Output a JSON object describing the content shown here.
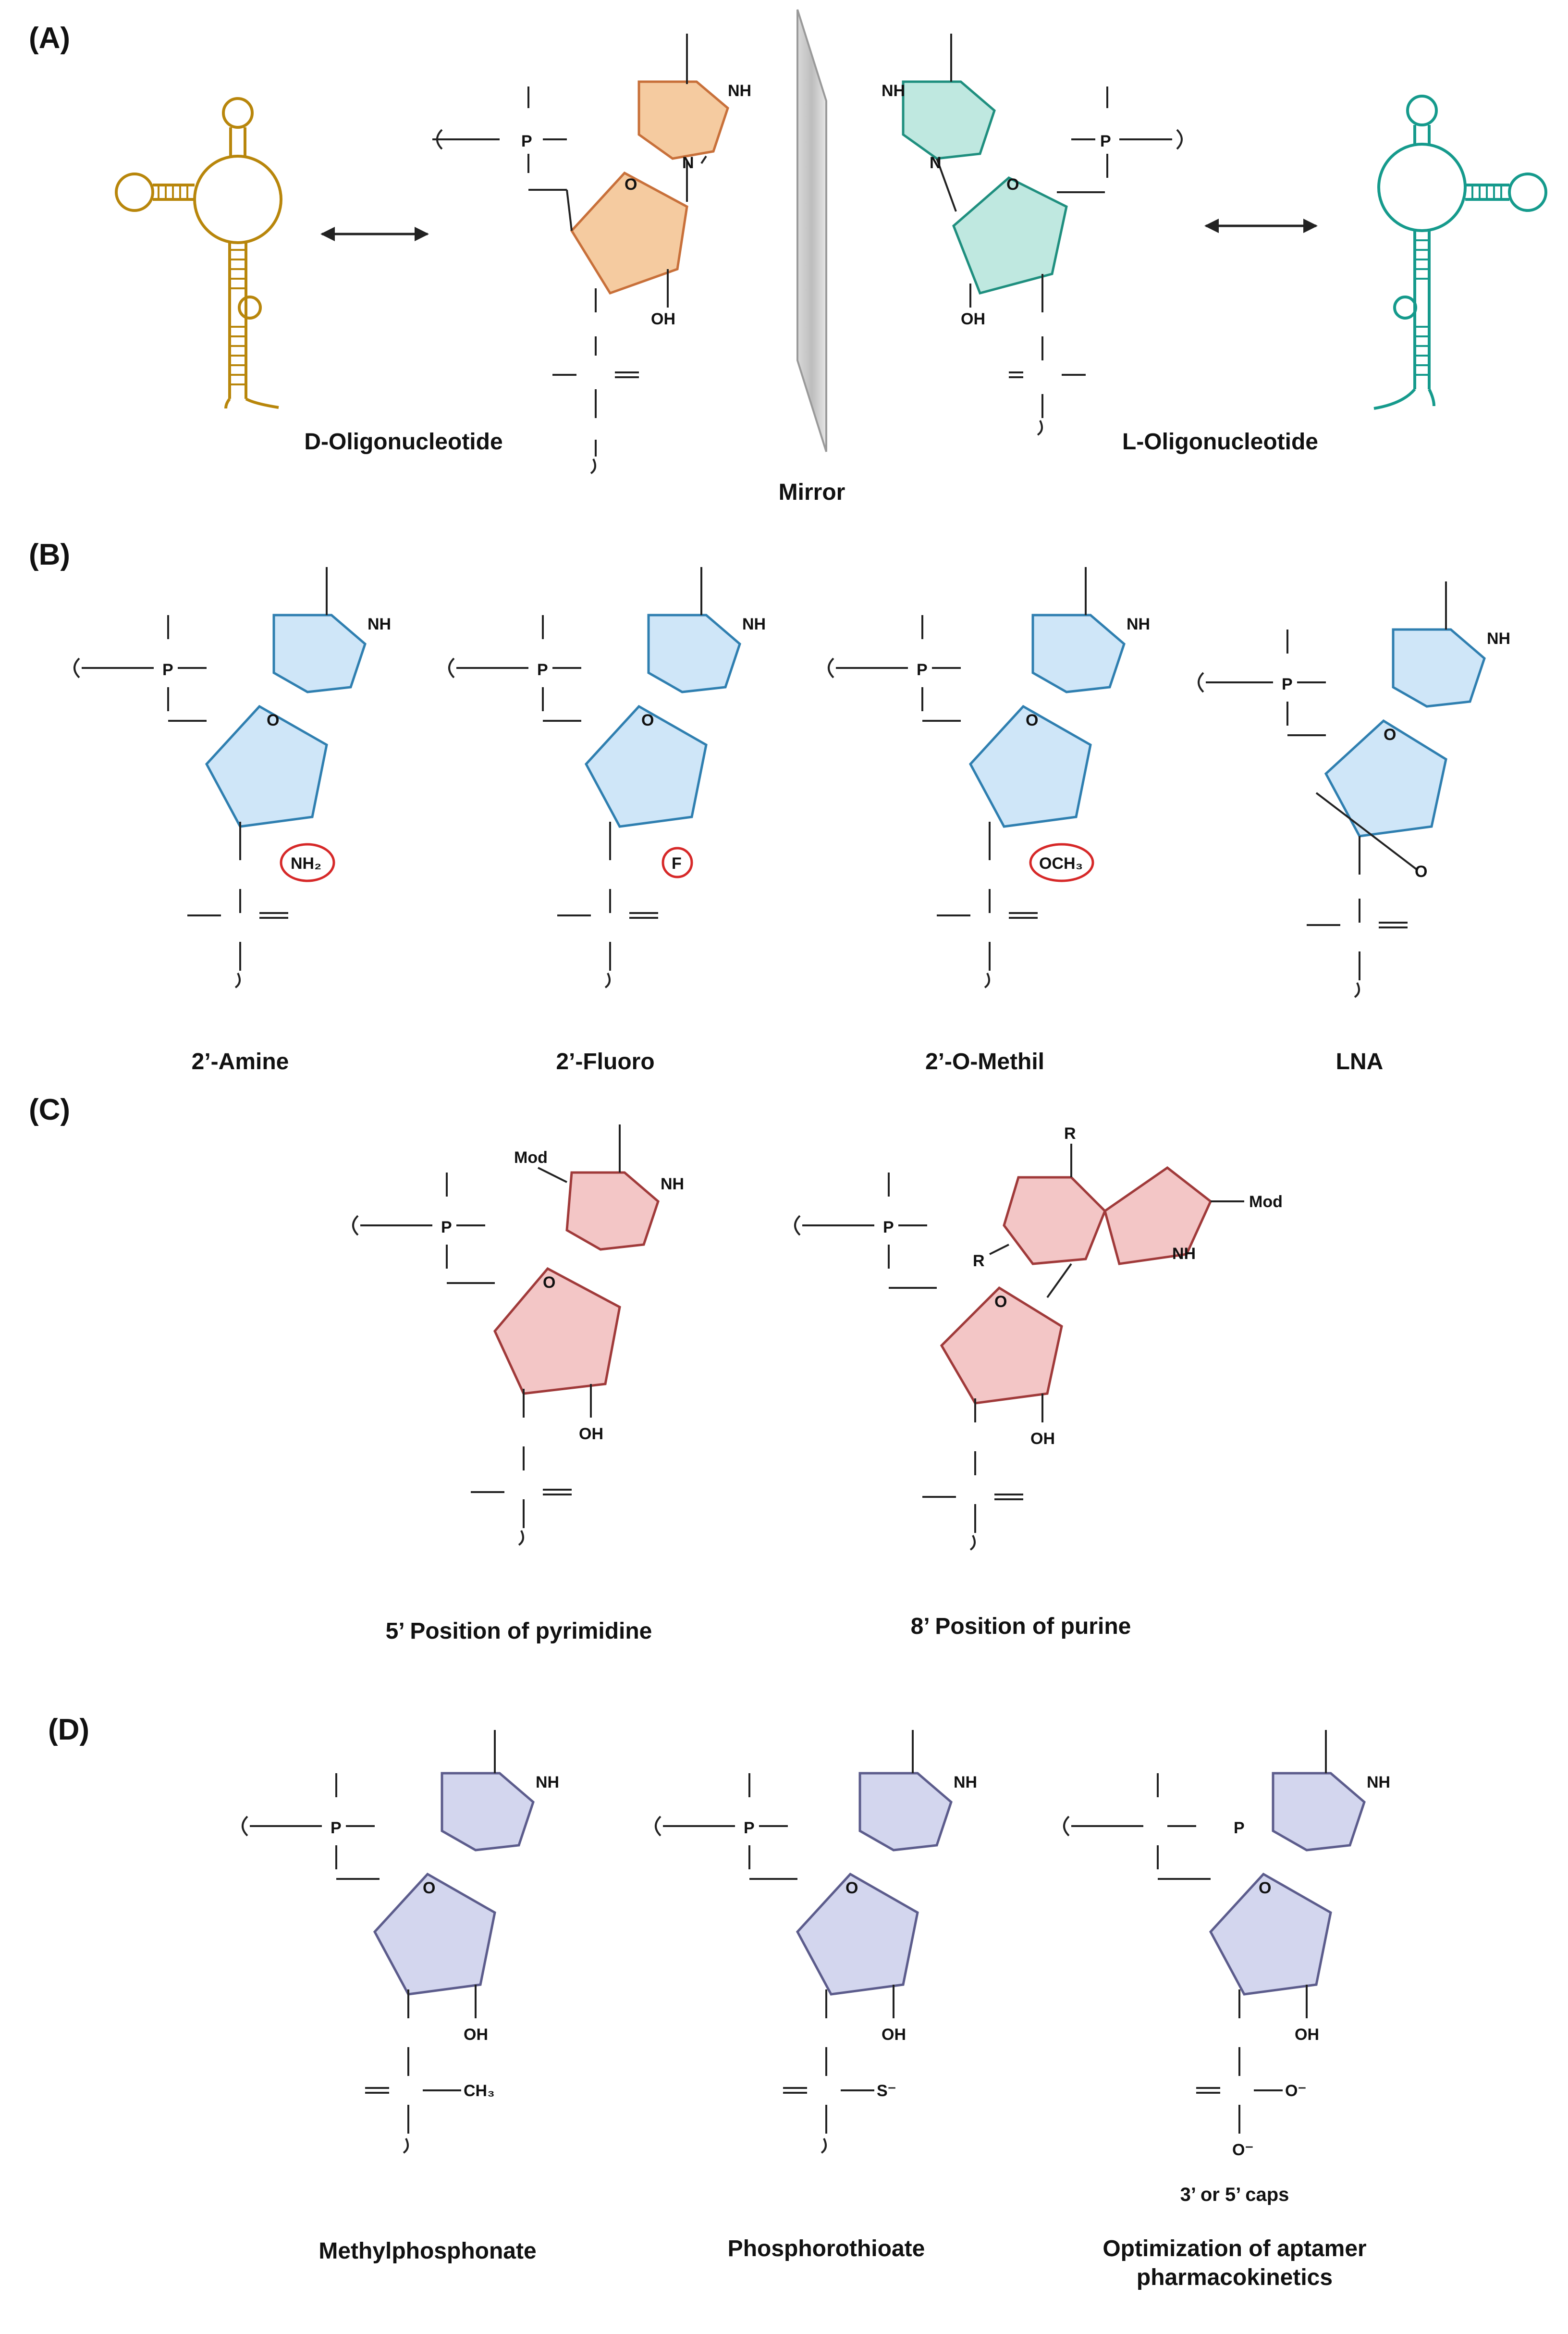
{
  "figure": {
    "panels": {
      "A": {
        "label": "(A)",
        "d_caption": "D-Oligonucleotide",
        "l_caption": "L-Oligonucleotide",
        "mirror_caption": "Mirror"
      },
      "B": {
        "label": "(B)",
        "captions": [
          "2’-Amine",
          "2’-Fluoro",
          "2’-O-Methil",
          "LNA"
        ],
        "groups": [
          "NH₂",
          "F",
          "OCH₃"
        ]
      },
      "C": {
        "label": "(C)",
        "captions": [
          "5’ Position of pyrimidine",
          "8’ Position of purine"
        ],
        "mod": "Mod",
        "r": "R"
      },
      "D": {
        "label": "(D)",
        "captions": [
          "Methylphosphonate",
          "Phosphorothioate",
          "Optimization of aptamer",
          "pharmacokinetics"
        ],
        "caps_note": "3’ or 5’ caps",
        "ch3": "CH₃",
        "s_minus": "S⁻"
      }
    },
    "colors": {
      "d_aptamer": "#b8860b",
      "l_aptamer": "#159a8c",
      "orange_fill": "#f5cba0",
      "orange_stroke": "#c8703a",
      "teal_fill": "#bfe8e0",
      "teal_stroke": "#1f8f7f",
      "blue_fill": "#cfe6f8",
      "blue_stroke": "#2f7fb0",
      "pink_fill": "#f3c6c6",
      "pink_stroke": "#a03a3a",
      "lavender_fill": "#d3d6ee",
      "lavender_stroke": "#5c5c8c",
      "highlight": "#d62828"
    }
  }
}
